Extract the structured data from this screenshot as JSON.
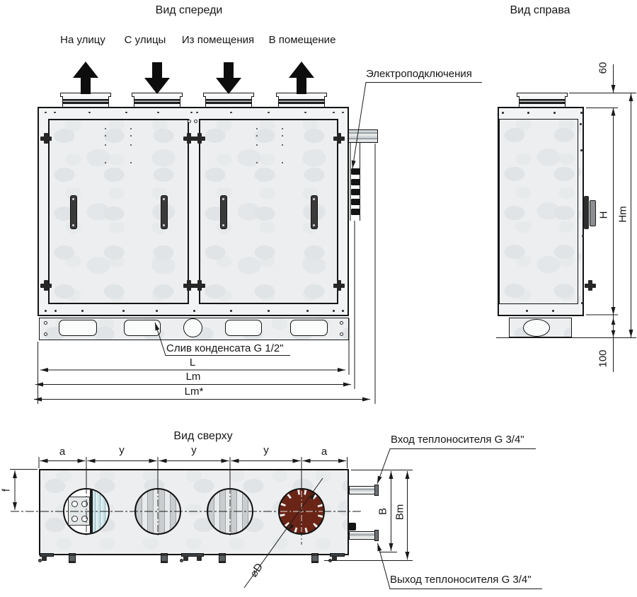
{
  "front_view": {
    "title": "Вид спереди",
    "flow_labels": {
      "out_street": "На улицу",
      "from_street": "С улицы",
      "from_room": "Из помещения",
      "to_room": "В помещение"
    },
    "electrical_label": "Электроподключения",
    "drain_label": "Слив конденсата G 1/2\"",
    "dim_L": "L",
    "dim_Lm": "Lm",
    "dim_Lm_star": "Lm*"
  },
  "right_view": {
    "title": "Вид справа",
    "dim_60": "60",
    "dim_H": "H",
    "dim_Hm": "Hm",
    "dim_100": "100"
  },
  "top_view": {
    "title": "Вид сверху",
    "inlet_label": "Вход теплоносителя G 3/4\"",
    "outlet_label": "Выход теплоносителя G 3/4\"",
    "dim_a1": "a",
    "dim_y1": "y",
    "dim_y2": "y",
    "dim_y3": "y",
    "dim_a2": "a",
    "dim_f": "f",
    "dim_B": "B",
    "dim_Bm": "Bm",
    "dim_D": "⌀D"
  },
  "colors": {
    "line": "#1a1a1a",
    "panel": "#eceef0",
    "fan_blue": "#cfe4e9",
    "impeller_brown": "#6a2517"
  }
}
